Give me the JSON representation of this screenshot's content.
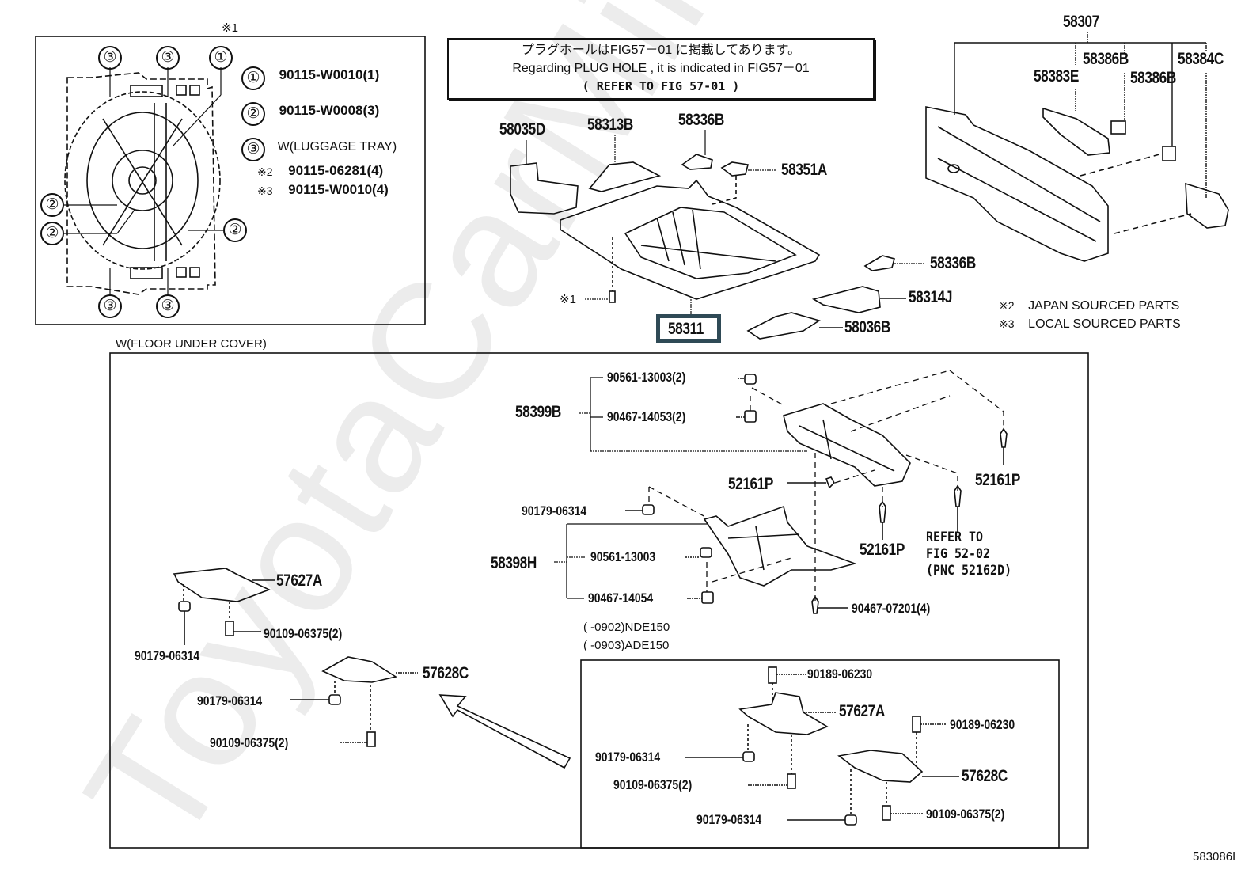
{
  "watermark": "ToyotaCarMine",
  "figure_id": "583086I",
  "detail_box": {
    "mark": "※1",
    "callouts": [
      {
        "num": "①",
        "part": "90115-W0010(1)"
      },
      {
        "num": "②",
        "part": "90115-W0008(3)"
      },
      {
        "num": "③",
        "part": "W(LUGGAGE TRAY)"
      }
    ],
    "sub_notes": [
      {
        "mark": "※2",
        "part": "90115-06281(4)"
      },
      {
        "mark": "※3",
        "part": "90115-W0010(4)"
      }
    ],
    "diagram_markers": [
      "③",
      "③",
      "①",
      "②",
      "②",
      "②",
      "③",
      "③"
    ]
  },
  "note": {
    "jp": "プラグホールはFIG57－01 に掲載してあります。",
    "en": "Regarding PLUG HOLE , it is indicated in FIG57－01",
    "ref": "( REFER TO FIG 57-01   )"
  },
  "floor_parts": {
    "p58035D": "58035D",
    "p58313B": "58313B",
    "p58336B_top": "58336B",
    "p58351A": "58351A",
    "p58336B_right": "58336B",
    "p58314J": "58314J",
    "p58036B": "58036B",
    "p58311": "58311",
    "bolt_mark": "※1"
  },
  "panel_parts": {
    "p58307": "58307",
    "p58383E": "58383E",
    "p58386B_a": "58386B",
    "p58386B_b": "58386B",
    "p58384C": "58384C"
  },
  "legend": [
    {
      "mark": "※2",
      "text": "JAPAN SOURCED PARTS"
    },
    {
      "mark": "※3",
      "text": "LOCAL SOURCED PARTS"
    }
  ],
  "under_cover": {
    "title": "W(FLOOR UNDER COVER)",
    "p58399B": "58399B",
    "p90561_13003_2": "90561-13003(2)",
    "p90467_14053_2": "90467-14053(2)",
    "p52161P_a": "52161P",
    "p52161P_b": "52161P",
    "p52161P_c": "52161P",
    "p90179_06314_a": "90179-06314",
    "p58398H": "58398H",
    "p90561_13003": "90561-13003",
    "p90467_14054": "90467-14054",
    "p90467_07201_4": "90467-07201(4)",
    "refer": [
      "REFER TO",
      "FIG 52-02",
      "(PNC 52162D)"
    ],
    "p57627A_a": "57627A",
    "p90109_06375_2_a": "90109-06375(2)",
    "p90179_06314_b": "90179-06314",
    "p57628C_a": "57628C",
    "p90179_06314_c": "90179-06314",
    "p90109_06375_2_b": "90109-06375(2)",
    "applicability": [
      "(     -0902)NDE150",
      "(     -0903)ADE150"
    ]
  },
  "inset": {
    "p90189_06230_a": "90189-06230",
    "p57627A": "57627A",
    "p90189_06230_b": "90189-06230",
    "p90179_06314_a": "90179-06314",
    "p90109_06375_2_a": "90109-06375(2)",
    "p57628C": "57628C",
    "p90179_06314_b": "90179-06314",
    "p90109_06375_2_b": "90109-06375(2)"
  }
}
